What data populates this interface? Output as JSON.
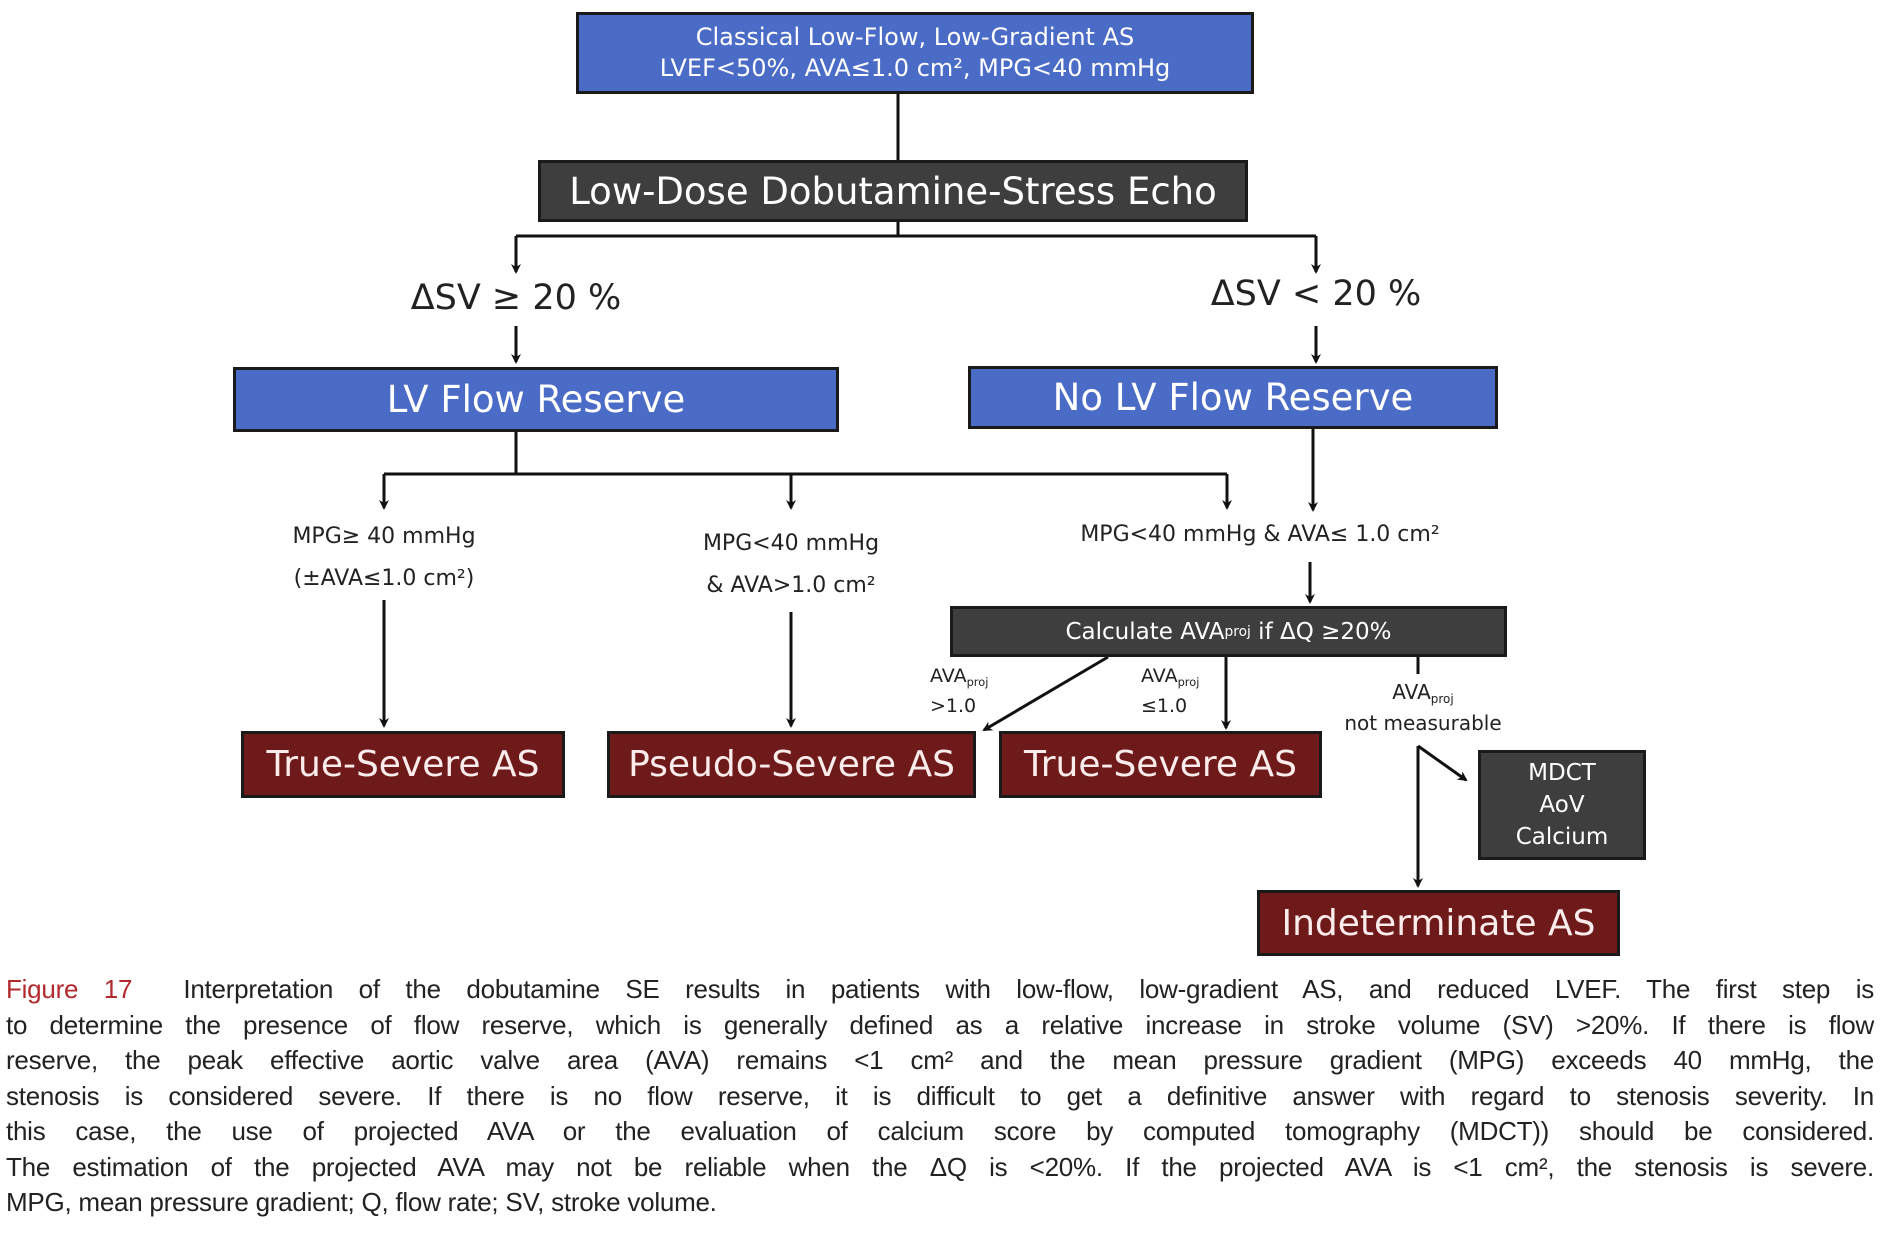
{
  "figure": {
    "nodes": {
      "start": {
        "line1": "Classical Low-Flow, Low-Gradient AS",
        "line2": "LVEF<50%, AVA≤1.0 cm², MPG<40 mmHg"
      },
      "test": "Low-Dose Dobutamine-Stress Echo",
      "branch_left_label": "ΔSV ≥ 20 %",
      "branch_right_label": "ΔSV < 20 %",
      "lv_flow_reserve": "LV Flow Reserve",
      "no_lv_flow_reserve": "No LV Flow Reserve",
      "cond1": {
        "line1": "MPG≥ 40 mmHg",
        "line2": "(±AVA≤1.0 cm²)"
      },
      "cond2": {
        "line1": "MPG<40  mmHg",
        "line2": "& AVA>1.0  cm²"
      },
      "cond3": "MPG<40  mmHg & AVA≤ 1.0 cm²",
      "calc": {
        "prefix": "Calculate AVA",
        "sub": "proj",
        "suffix": " if ΔQ ≥20%"
      },
      "proj_gt": {
        "main": "AVA",
        "sub": "proj",
        "value": ">1.0"
      },
      "proj_le": {
        "main": "AVA",
        "sub": "proj",
        "value": "≤1.0"
      },
      "proj_nm": {
        "main": "AVA",
        "sub": "proj",
        "value": "not measurable"
      },
      "result_true_severe_1": "True-Severe AS",
      "result_pseudo_severe": "Pseudo-Severe AS",
      "result_true_severe_2": "True-Severe AS",
      "mdct": {
        "line1": "MDCT",
        "line2": "AoV",
        "line3": "Calcium"
      },
      "result_indeterminate": "Indeterminate AS"
    },
    "colors": {
      "blue_box": "#4a6bc6",
      "dark_box": "#3e3e3e",
      "result_box": "#6e1a1a",
      "figure_label": "#b22a2e"
    }
  },
  "caption": {
    "label": "Figure 17",
    "lines": [
      "Interpretation of the dobutamine SE results in patients with low-flow, low-gradient AS, and reduced LVEF. The first step is",
      "to determine the presence of flow reserve, which is generally defined as a relative increase in stroke volume (SV) >20%. If there is flow",
      "reserve, the peak effective aortic valve area (AVA) remains <1 cm² and the mean pressure gradient (MPG) exceeds 40 mmHg, the",
      "stenosis is considered severe. If there is no flow reserve, it is difficult to get a definitive answer with regard to stenosis severity. In",
      "this case, the use of projected AVA or the evaluation of calcium score by computed tomography (MDCT)) should be considered.",
      "The estimation of the projected AVA may not be reliable when the ΔQ is <20%. If the projected AVA is <1 cm², the stenosis is severe.",
      "MPG, mean pressure gradient; Q, flow rate; SV, stroke volume."
    ]
  }
}
